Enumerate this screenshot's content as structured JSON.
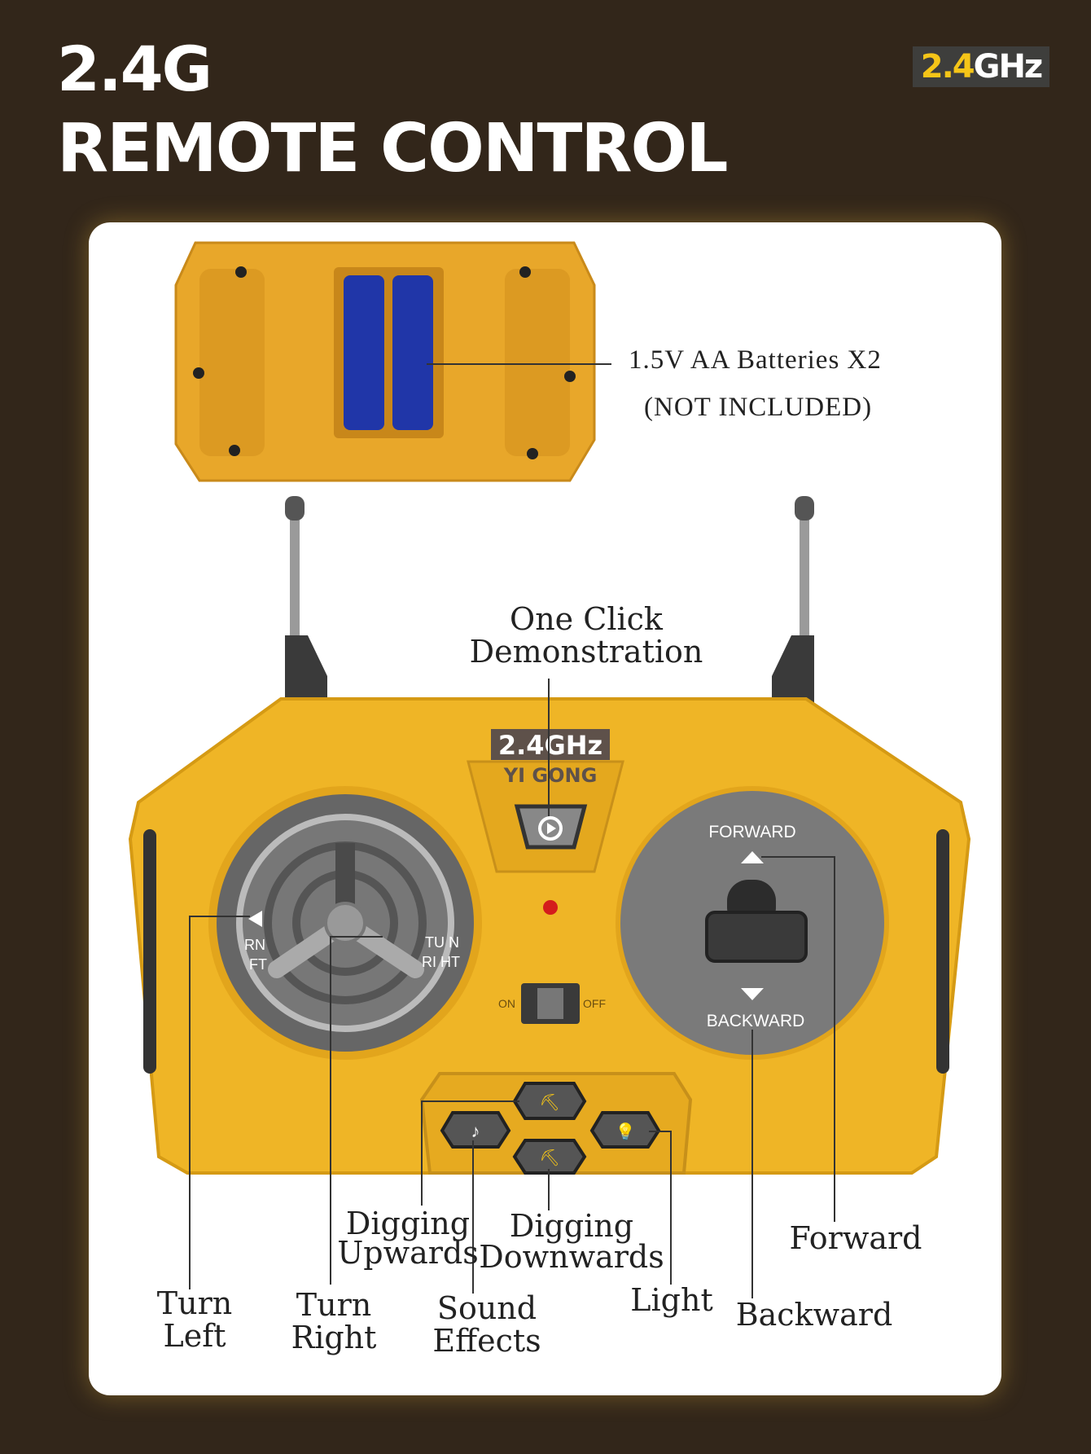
{
  "header": {
    "title_line1": "2.4G",
    "title_line2": "REMOTE CONTROL",
    "badge_number": "2.4",
    "badge_unit": "GHz"
  },
  "battery": {
    "line1": "1.5V AA Batteries X2",
    "line2": "(NOT INCLUDED)"
  },
  "remote": {
    "brand_freq": "2.4GHz",
    "brand_name": "YI GONG",
    "forward": "FORWARD",
    "backward": "BACKWARD",
    "on": "ON",
    "off": "OFF",
    "turn_left_a": "RN",
    "turn_left_b": "FT",
    "turn_right_a": "TU  N",
    "turn_right_b": "RI  HT"
  },
  "callouts": {
    "demo": [
      "One Click",
      "Demonstration"
    ],
    "turn_left": [
      "Turn",
      "Left"
    ],
    "turn_right": [
      "Turn",
      "Right"
    ],
    "digging_up": [
      "Digging",
      "Upwards"
    ],
    "sound": [
      "Sound",
      "Effects"
    ],
    "digging_down": [
      "Digging",
      "Downwards"
    ],
    "light": [
      "Light"
    ],
    "backward": [
      "Backward"
    ],
    "forward": [
      "Forward"
    ]
  },
  "colors": {
    "background": "#32261a",
    "body": "#efb526",
    "accent": "#f5c518"
  }
}
